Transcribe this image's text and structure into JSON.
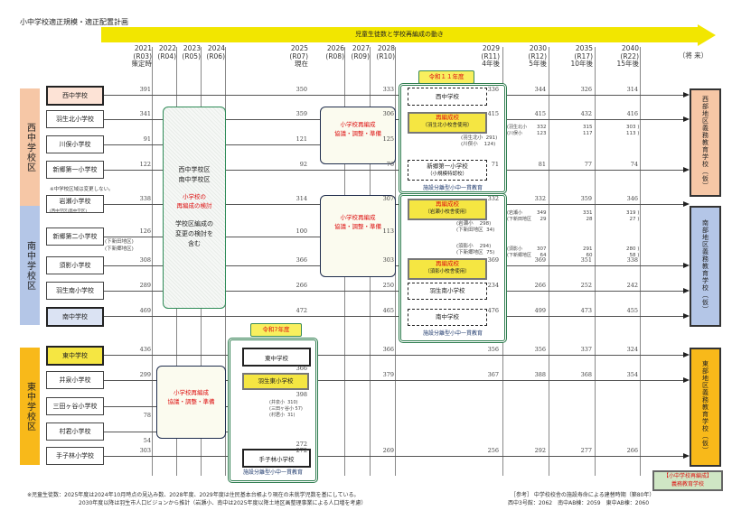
{
  "title": "小中学校適正規模・適正配置計画",
  "arrow_label": "児童生徒数と学校再編成の動き",
  "years": [
    {
      "year": "2021",
      "reiwa": "(R03)",
      "note": "策定時"
    },
    {
      "year": "2022",
      "reiwa": "(R04)",
      "note": ""
    },
    {
      "year": "2023",
      "reiwa": "(R05)",
      "note": ""
    },
    {
      "year": "2024",
      "reiwa": "(R06)",
      "note": ""
    },
    {
      "year": "2025",
      "reiwa": "(R07)",
      "note": "現在"
    },
    {
      "year": "2026",
      "reiwa": "(R08)",
      "note": ""
    },
    {
      "year": "2027",
      "reiwa": "(R09)",
      "note": ""
    },
    {
      "year": "2028",
      "reiwa": "(R10)",
      "note": ""
    },
    {
      "year": "2029",
      "reiwa": "(R11)",
      "note": "4年後"
    },
    {
      "year": "2030",
      "reiwa": "(R12)",
      "note": "5年後"
    },
    {
      "year": "2035",
      "reiwa": "(R17)",
      "note": "10年後"
    },
    {
      "year": "2040",
      "reiwa": "(R22)",
      "note": "15年後"
    }
  ],
  "future_label": "（将 来）",
  "districts": {
    "west": "西中学校区",
    "south": "南中学校区",
    "east": "東中学校区"
  },
  "value_columns": [
    "2021",
    "2025",
    "2028",
    "2029",
    "2030",
    "2035",
    "2040"
  ],
  "schools": [
    {
      "name": "西中学校",
      "values": [
        "391",
        "350",
        "333",
        "336",
        "344",
        "326",
        "314"
      ]
    },
    {
      "name": "羽生北小学校",
      "values": [
        "341",
        "359",
        "306",
        "415",
        "415",
        "432",
        "416"
      ]
    },
    {
      "name": "川俣小学校",
      "values": [
        "91",
        "121",
        "125",
        null,
        null,
        null,
        null
      ]
    },
    {
      "name": "新郷第一小学校",
      "values": [
        "122",
        "92",
        "76",
        "71",
        "81",
        "77",
        "74"
      ]
    },
    {
      "name": "岩瀬小学校",
      "values": [
        "338",
        "314",
        "307",
        "332",
        "332",
        "359",
        "346"
      ]
    },
    {
      "name": "新郷第二小学校",
      "values": [
        "126",
        "100",
        "113",
        null,
        null,
        null,
        null
      ]
    },
    {
      "name": "須影小学校",
      "values": [
        "308",
        "366",
        "303",
        "369",
        "369",
        "351",
        "338"
      ]
    },
    {
      "name": "羽生南小学校",
      "values": [
        "289",
        "266",
        "250",
        "234",
        "266",
        "252",
        "242"
      ]
    },
    {
      "name": "南中学校",
      "values": [
        "469",
        "472",
        "465",
        "476",
        "499",
        "473",
        "455"
      ]
    },
    {
      "name": "東中学校",
      "values": [
        "436",
        null,
        "366",
        "356",
        "356",
        "337",
        "324"
      ]
    },
    {
      "name": "井泉小学校",
      "values": [
        "299",
        null,
        "379",
        "367",
        "388",
        "368",
        "354"
      ]
    },
    {
      "name": "三田ヶ谷小学校",
      "values": [
        "78",
        null,
        null,
        null,
        null,
        null,
        null
      ]
    },
    {
      "name": "村君小学校",
      "values": [
        "54",
        null,
        null,
        null,
        null,
        null,
        null
      ]
    },
    {
      "name": "手子林小学校",
      "values": [
        "303",
        "272",
        "269",
        "256",
        "292",
        "277",
        "266"
      ]
    }
  ],
  "notes": {
    "jh_unchanged": "※中学校区域は変更しない。",
    "iwase_sub": "(西中学区/南中学区)",
    "shimoshinden": "(下新田地区)",
    "shimoshingo": "(下新郷地区)"
  },
  "boxes": {
    "review": {
      "line1": "西中学校区",
      "line2": "南中学校区",
      "red1": "小学校の",
      "red2": "再編成の検討",
      "line3": "学校区編成の",
      "line4": "変更の検討を",
      "line5": "含む"
    },
    "reorg": {
      "line1": "小学校再編成",
      "line2": "協議・調整・準備"
    },
    "reiwa11": "令和１１年度",
    "reiwa7": "令和7年度",
    "caption": "施設分離型小中一貫教育",
    "west2029": {
      "nishi": "西中学校",
      "reorg": "再編成校",
      "reorg_sub": "（羽生北小校舎使用）",
      "shingo1": "新郷第一小学校",
      "shingo1_sub": "（小規模特認校）"
    },
    "south2029": {
      "reorg": "再編成校",
      "iwase_sub": "（岩瀬小校舎使用）",
      "suka_sub": "（須影小校舎使用）",
      "hanyu_minami": "羽生南小学校",
      "minami": "南中学校"
    },
    "east2025": {
      "higashi": "東中学校",
      "hanyu_higashi": "羽生東小学校",
      "tegobayashi": "手子林小学校",
      "above": "366",
      "below": "398"
    }
  },
  "breakdowns": {
    "west_2029": "(羽生北小  291)\n(川俣小    124)",
    "west_2030_label": "(羽生北小\n(川俣小",
    "west_2030": "332\n123",
    "west_2035": "315\n117",
    "west_2040": "303 )\n113 )",
    "iwase_2029": "(岩瀬小    298)\n(下新田地区  34)",
    "suka_2029": "(須影小    294)\n(下新郷地区  75)",
    "iwase_2030_label": "(岩瀬小\n(下新田地区",
    "iwase_2030": "349\n29",
    "iwase_2035": "331\n28",
    "iwase_2040": "319 )\n27 )",
    "suka_2030_label": "(須影小\n(下新郷地区",
    "suka_2030": "307\n64",
    "suka_2035": "291\n60",
    "suka_2040": "280 )\n58 )",
    "east_2025": "(井泉小  310)\n(三田ヶ谷小 57)\n(村君小  31)"
  },
  "right_boxes": {
    "west": "西部地区義務教育学校（仮）",
    "south": "南部地区義務教育学校（仮）",
    "east": "東部地区義務教育学校（仮）",
    "bottom1": "【小中学校再編成】",
    "bottom2": "義務教育学校"
  },
  "footer": {
    "line1": "※児童生徒数：2025年度は2024年10月時点の見込み数、2028年度、2029年度は住民基本台帳より現在の未就学児数を基にしている。",
    "line2": "2030年度以降は羽生市人口ビジョンから推計（岩瀬小、南中は2025年度以降土地区画整理事業による人口増を考慮）",
    "ref1": "［参考］ 中学校校舎の施設寿命による建替時期（築80年）",
    "ref2": "西中3号館：2062　南中AB棟：2059　東中AB棟：2060"
  },
  "colors": {
    "band": "#f2e600",
    "west": "#f6c7a6",
    "south": "#b4c6e7",
    "east": "#f8b91a",
    "reorg_yellow": "#f5e642"
  }
}
